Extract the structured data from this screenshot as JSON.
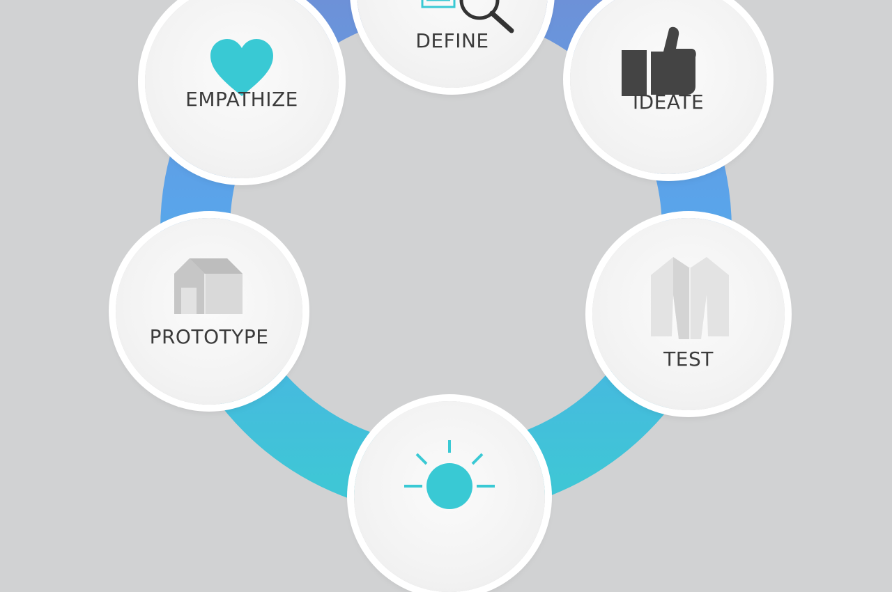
{
  "diagram": {
    "stages": [
      {
        "key": "empathize",
        "label": "EMPATHIZE",
        "icon": "heart-icon"
      },
      {
        "key": "define",
        "label": "DEFINE",
        "icon": "magnifier-document-icon"
      },
      {
        "key": "ideate",
        "label": "IDEATE",
        "icon": "thumbs-up-icon"
      },
      {
        "key": "prototype",
        "label": "PROTOTYPE",
        "icon": "house-model-icon"
      },
      {
        "key": "test",
        "label": "TEST",
        "icon": "garment-icon"
      },
      {
        "key": "bottom",
        "label": "",
        "icon": "lightbulb-icon"
      }
    ],
    "colors": {
      "background": "#d1d2d3",
      "ring_top": "#6f8fd6",
      "ring_middle": "#5aa4ea",
      "ring_bottom": "#3fc6d6",
      "accent_teal": "#39c9d4",
      "icon_dark": "#444444"
    }
  }
}
